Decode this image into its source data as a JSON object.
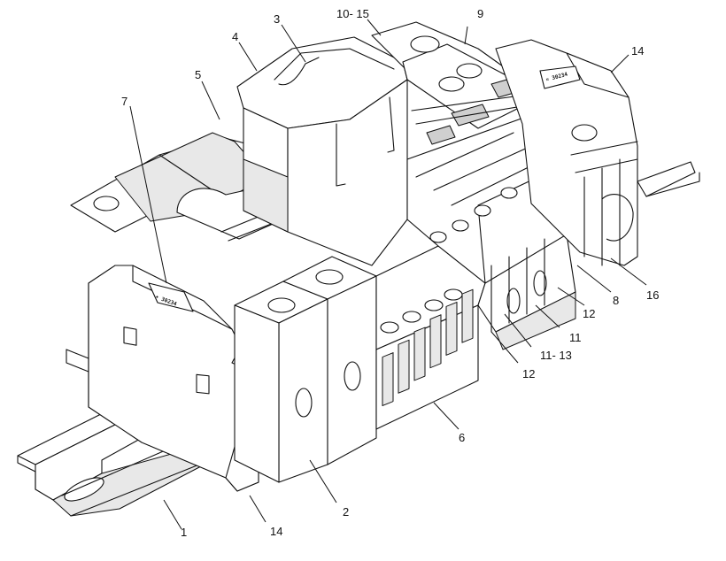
{
  "diagram": {
    "callouts": [
      {
        "id": "c1",
        "text": "1"
      },
      {
        "id": "c2",
        "text": "2"
      },
      {
        "id": "c3",
        "text": "3"
      },
      {
        "id": "c4",
        "text": "4"
      },
      {
        "id": "c5",
        "text": "5"
      },
      {
        "id": "c6",
        "text": "6"
      },
      {
        "id": "c7",
        "text": "7"
      },
      {
        "id": "c8",
        "text": "8"
      },
      {
        "id": "c9",
        "text": "9"
      },
      {
        "id": "c10",
        "text": "10- 15"
      },
      {
        "id": "c11",
        "text": "11"
      },
      {
        "id": "c11b",
        "text": "11- 13"
      },
      {
        "id": "c12a",
        "text": "12"
      },
      {
        "id": "c12b",
        "text": "12"
      },
      {
        "id": "c14a",
        "text": "14"
      },
      {
        "id": "c14b",
        "text": "14"
      },
      {
        "id": "c16",
        "text": "16"
      }
    ],
    "marker_text": "• 30234"
  }
}
